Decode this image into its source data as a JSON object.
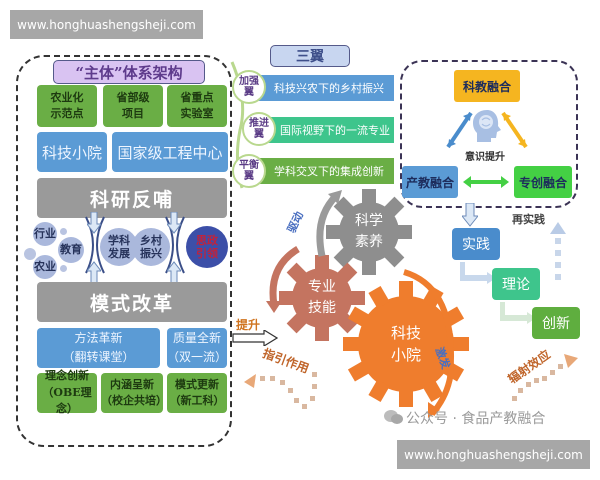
{
  "watermarks": {
    "top": "www.honghuashengsheji.com",
    "bottom": "www.honghuashengsheji.com",
    "wechat": "公众号 · 食品产教融合"
  },
  "left_panel": {
    "title": "“主体”体系架构",
    "top_green": [
      {
        "line1": "农业化",
        "line2": "示范点"
      },
      {
        "line1": "省部级",
        "line2": "项目"
      },
      {
        "line1": "省重点",
        "line2": "实验室"
      }
    ],
    "blue_row": [
      "科技小院",
      "国家级工程中心"
    ],
    "band_top": "科研反哺",
    "bubbles": {
      "industry": "行业",
      "agriculture": "农业",
      "education": "教育",
      "discipline": {
        "line1": "学科",
        "line2": "发展"
      },
      "rural": {
        "line1": "乡村",
        "line2": "振兴"
      },
      "ideology": {
        "line1": "思政",
        "line2": "引领"
      }
    },
    "band_bottom": "模式改革",
    "blue_bottom": [
      {
        "line1": "方法革新",
        "line2": "（翻转课堂）"
      },
      {
        "line1": "质量全新",
        "line2": "（双一流）"
      }
    ],
    "green_bottom": [
      {
        "line1": "理念创新",
        "line2": "（OBE理念）"
      },
      {
        "line1": "内涵呈新",
        "line2": "（校企共培）"
      },
      {
        "line1": "模式更新",
        "line2": "（新工科）"
      }
    ]
  },
  "three_wings": {
    "title": "三翼",
    "items": [
      {
        "tag_line1": "加强",
        "tag_line2": "翼",
        "text": "科技兴农下的乡村振兴",
        "color": "#5b9bd5"
      },
      {
        "tag_line1": "推进",
        "tag_line2": "翼",
        "text": "国际视野下的一流专业",
        "color": "#3ec58c"
      },
      {
        "tag_line1": "平衡",
        "tag_line2": "翼",
        "text": "学科交叉下的集成创新",
        "color": "#6aae45"
      }
    ]
  },
  "fusion": {
    "top": "科教融合",
    "center_label": "意识提升",
    "left": "产教融合",
    "right": "专创融合",
    "colors": {
      "top": "#f5b520",
      "left": "#5b9bd5",
      "right": "#44d044"
    }
  },
  "gears": {
    "science": {
      "line1": "科学",
      "line2": "素养",
      "color": "#8e8e8e"
    },
    "skills": {
      "line1": "专业",
      "line2": "技能",
      "color": "#c47460"
    },
    "courtyard": {
      "line1": "科技",
      "line2": "小院",
      "color": "#ef7d2d"
    }
  },
  "labels": {
    "drive": "驱动",
    "upgrade": "提升",
    "guide": "指引作用",
    "inspire": "激发",
    "radiate": "辐射效应",
    "re_practice": "再实践"
  },
  "steps": [
    {
      "label": "实践",
      "color": "#4a8ccc"
    },
    {
      "label": "理论",
      "color": "#3ec58c"
    },
    {
      "label": "创新",
      "color": "#5fae3f"
    }
  ]
}
